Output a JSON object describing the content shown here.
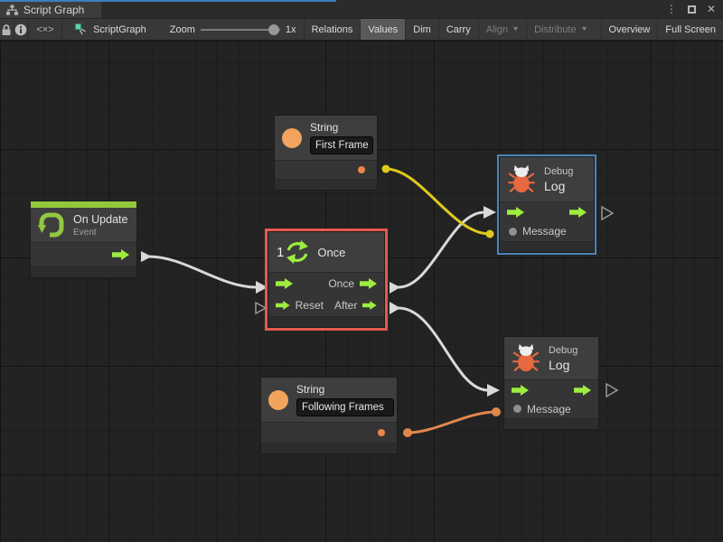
{
  "window": {
    "tab_title": "Script Graph",
    "menu_glyph": "⋮",
    "close_glyph": "✕"
  },
  "toolbar": {
    "code_glyph": "<×>",
    "graph_name": "ScriptGraph",
    "zoom_label": "Zoom",
    "zoom_value": "1x",
    "caret_glyph": "▼",
    "relations": "Relations",
    "values": "Values",
    "dim": "Dim",
    "carry": "Carry",
    "align": "Align",
    "distribute": "Distribute",
    "overview": "Overview",
    "full_screen": "Full Screen"
  },
  "nodes": {
    "string_first": {
      "title": "String",
      "value": "First Frame"
    },
    "on_update": {
      "title": "On Update",
      "subtitle": "Event"
    },
    "once": {
      "number": "1",
      "title": "Once",
      "out_once_label": "Once",
      "reset_label": "Reset",
      "after_label": "After"
    },
    "debug_log_top": {
      "category": "Debug",
      "title": "Log",
      "message_label": "Message"
    },
    "debug_log_bottom": {
      "category": "Debug",
      "title": "Log",
      "message_label": "Message"
    },
    "string_following": {
      "title": "String",
      "value": "Following Frames"
    }
  },
  "colors": {
    "flow_green": "#9ded3f",
    "event_green": "#92c83e",
    "string_orange": "#f2a45e",
    "bug_orange": "#e8683f",
    "selection_red": "#e75a4e",
    "selection_blue": "#4a85bd",
    "wire_yellow": "#ddc91d",
    "wire_orange": "#e0874e",
    "wire_gray": "#d9d9d9",
    "canvas_bg": "#232323"
  }
}
